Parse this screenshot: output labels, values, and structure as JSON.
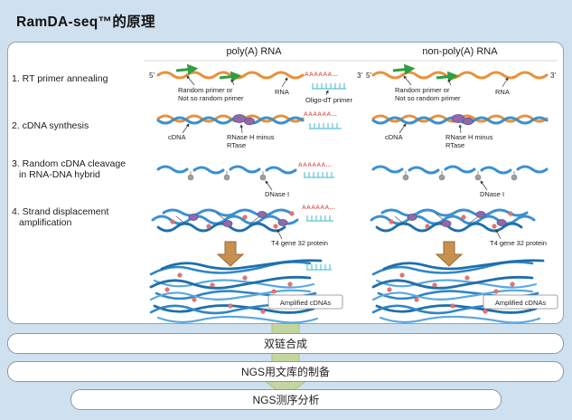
{
  "title": "RamDA-seq™的原理",
  "panel": {
    "columns": {
      "left": "poly(A) RNA",
      "right": "non-poly(A) RNA"
    },
    "steps": {
      "s1": "1. RT primer annealing",
      "s2": "2. cDNA synthesis",
      "s3a": "3. Random cDNA cleavage",
      "s3b": "in RNA-DNA hybrid",
      "s4a": "4. Strand displacement",
      "s4b": "amplification"
    },
    "annotations": {
      "five_prime": "5'",
      "three_prime": "3'",
      "rna": "RNA",
      "random_primer_1": "Random primer  or",
      "random_primer_2": "Not so random primer",
      "polya": "AAAAAA...",
      "oligo_dt": "Oligo-dT primer",
      "cdna": "cDNA",
      "rnase_1": "RNase H minus",
      "rnase_2": "RTase",
      "dnase": "DNase I",
      "t4": "T4 gene 32 protein",
      "amplified": "Amplified cDNAs"
    }
  },
  "workflow": {
    "bar1": "双链合成",
    "bar2": "NGS用文库的制备",
    "bar3": "NGS测序分析"
  },
  "colors": {
    "background": "#cfe0ef",
    "rna_orange": "#e8913a",
    "cdna_blue": "#3b90d0",
    "primer_green": "#2f9e41",
    "oligo_dt_cyan": "#5fc4d6",
    "polya_red": "#e05a55",
    "protein_purple": "#8e6aad",
    "dnase_gray": "#9aa0a6",
    "arrow_brown": "#c6914f",
    "workflow_arrow_green": "#c4d6a0"
  }
}
